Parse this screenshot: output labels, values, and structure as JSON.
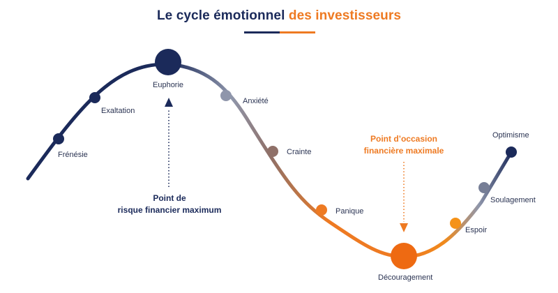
{
  "title": {
    "part1": "Le cycle émotionnel",
    "part2": "des investisseurs"
  },
  "colors": {
    "navy": "#1b2a5a",
    "orange": "#ee7a22",
    "grey": "#8f96ab",
    "taupe": "#8f7068"
  },
  "stages": [
    {
      "label": "Frénésie"
    },
    {
      "label": "Exaltation"
    },
    {
      "label": "Euphorie"
    },
    {
      "label": "Anxiété"
    },
    {
      "label": "Crainte"
    },
    {
      "label": "Panique"
    },
    {
      "label": "Découragement"
    },
    {
      "label": "Espoir"
    },
    {
      "label": "Soulagement"
    },
    {
      "label": "Optimisme"
    }
  ],
  "callouts": {
    "risk": {
      "line1": "Point de",
      "line2": "risque financier maximum"
    },
    "opportunity": {
      "line1": "Point d’occasion",
      "line2": "financière maximale"
    }
  }
}
